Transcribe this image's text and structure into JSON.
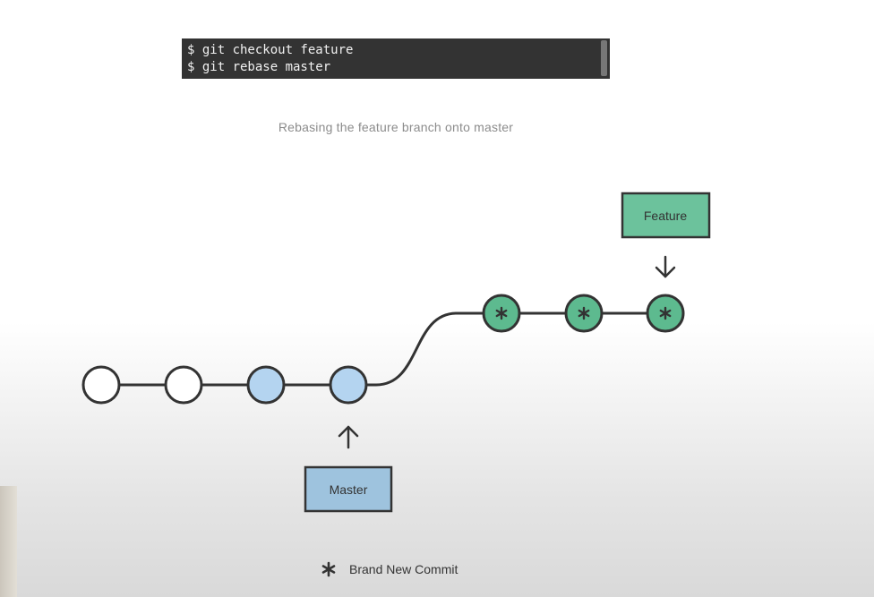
{
  "terminal": {
    "lines": [
      "$ git checkout feature",
      "$ git rebase master"
    ]
  },
  "caption": "Rebasing the feature branch onto master",
  "branches": {
    "master_label": "Master",
    "feature_label": "Feature"
  },
  "legend": {
    "label": "Brand New Commit"
  },
  "colors": {
    "master_commit_fill": "#b4d4f0",
    "new_commit_fill": "#5dba8f",
    "master_label_fill": "#9ec3de",
    "feature_label_fill": "#6cc29c",
    "outline": "#333333",
    "terminal_bg": "#333333"
  }
}
